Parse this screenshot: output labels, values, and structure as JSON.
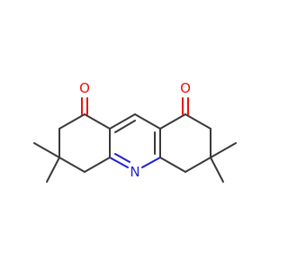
{
  "molecule": {
    "colors": {
      "bond": "#3a3a3a",
      "oxygen": "#e8150c",
      "nitrogen": "#1f1fd6",
      "background": "#ffffff"
    },
    "atoms": {
      "oxygen_left": "O",
      "oxygen_right": "O",
      "nitrogen": "N"
    }
  }
}
